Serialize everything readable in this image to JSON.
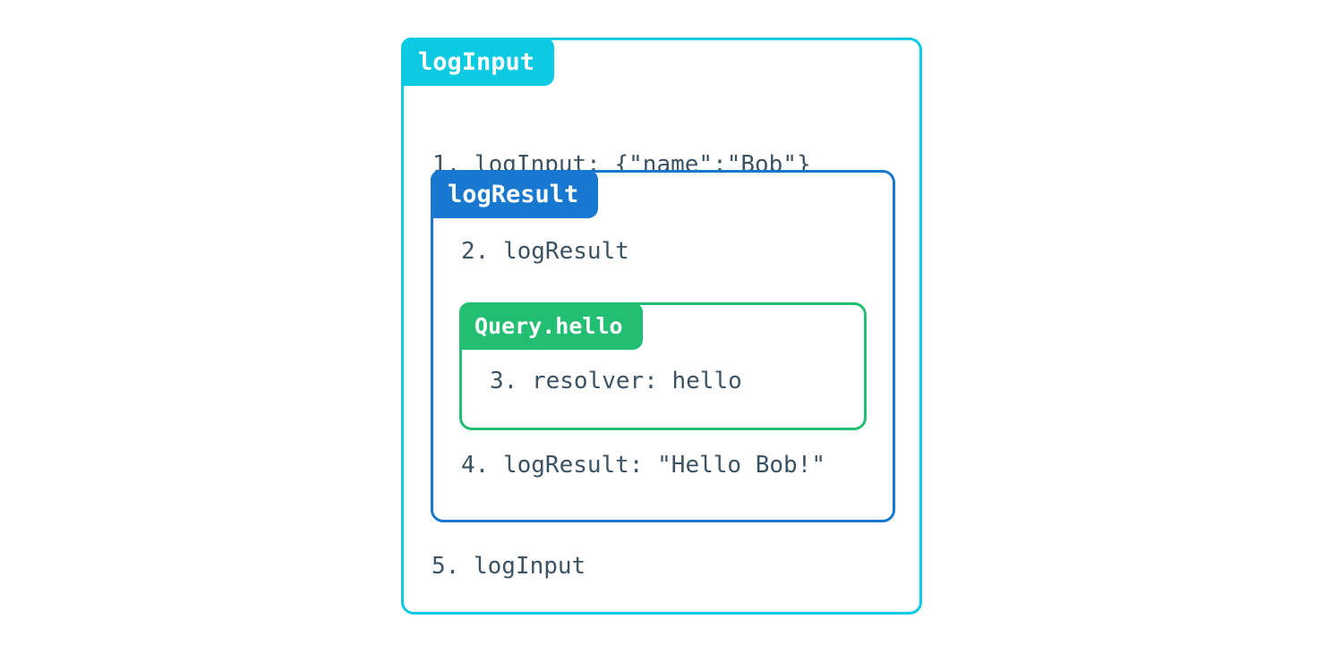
{
  "page": {
    "background": "#ffffff",
    "text_color": "#3b5263"
  },
  "trace": {
    "outer": {
      "label": "logInput",
      "color": "#0ccae2",
      "lines": {
        "first": "1. logInput: {\"name\":\"Bob\"}",
        "last": "5. logInput"
      },
      "middle": {
        "label": "logResult",
        "color": "#1878d0",
        "lines": {
          "first": "2. logResult",
          "last": "4. logResult: \"Hello Bob!\""
        },
        "inner": {
          "label": "Query.hello",
          "color": "#22be72",
          "lines": {
            "only": "3. resolver: hello"
          }
        }
      }
    }
  }
}
